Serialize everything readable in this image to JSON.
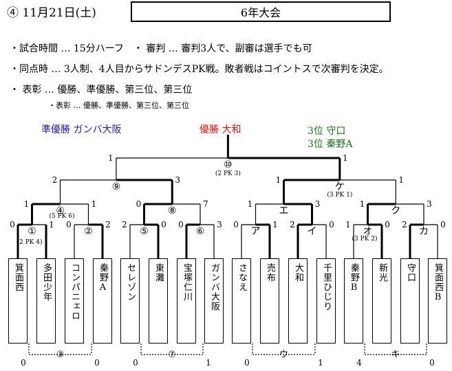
{
  "header": {
    "date": "④ 11月21日(土)",
    "title": "6年大会"
  },
  "rules": [
    "・試合時間 … 15分ハーフ　・ 審判 … 審判3人で、副審は選手でも可",
    "・同点時 … 3人制、4人目からサドンデスPK戦。敗者戦はコイントスで次審判を決定。",
    "・ 表彰 … 優勝、準優勝、第三位、第三位"
  ],
  "rule_small": "・表彰 … 優勝、準優勝、第三位、第三位",
  "results": {
    "runner_up": "準優勝 ガンバ大阪",
    "winner": "優勝 大和",
    "third1": "3位 守口",
    "third2": "3位 秦野A"
  },
  "colors": {
    "runner_up": "#1a1a9c",
    "winner": "#e01010",
    "third": "#1f6e1f"
  },
  "teams": [
    "箕面西",
    "多田少年",
    "コンパニェロ",
    "秦野A",
    "セレゾン",
    "東灘",
    "宝塚仁川",
    "ガンバ大阪",
    "さなえ",
    "売布",
    "大和",
    "千里ひじり",
    "秦野B",
    "新光",
    "守口",
    "箕面西B"
  ],
  "match_labels": {
    "m1": "①",
    "m2": "②",
    "m4": "④",
    "m5": "⑤",
    "m6": "⑥",
    "m8": "⑧",
    "m9": "⑨",
    "m10": "⑩",
    "a": "ア",
    "i": "イ",
    "e": "エ",
    "o": "オ",
    "ka": "カ",
    "ku": "ク",
    "ke": "ケ",
    "m3": "③",
    "m7": "⑦",
    "u": "ウ",
    "ki": "キ"
  },
  "pk_notes": {
    "m1": "(2 PK 4)",
    "m4": "(5 PK 6)",
    "m10": "(2 PK 3)",
    "ke": "(3 PK 1)",
    "o": "(3 PK 2)"
  },
  "scores": {
    "r1": [
      "0",
      "1",
      "0",
      "2",
      "2",
      "0",
      "0",
      "3",
      "0",
      "1",
      "2",
      "0",
      "1",
      "0",
      "2",
      "0"
    ],
    "r2": [
      "1",
      "1",
      "0",
      "7",
      "1",
      "3",
      "1",
      "3"
    ],
    "r3": [
      "2",
      "3",
      "1",
      "1"
    ],
    "final": [
      "1",
      "1"
    ],
    "consolation": [
      "0",
      "0",
      "0",
      "1",
      "0",
      "1",
      "4",
      "0"
    ]
  }
}
